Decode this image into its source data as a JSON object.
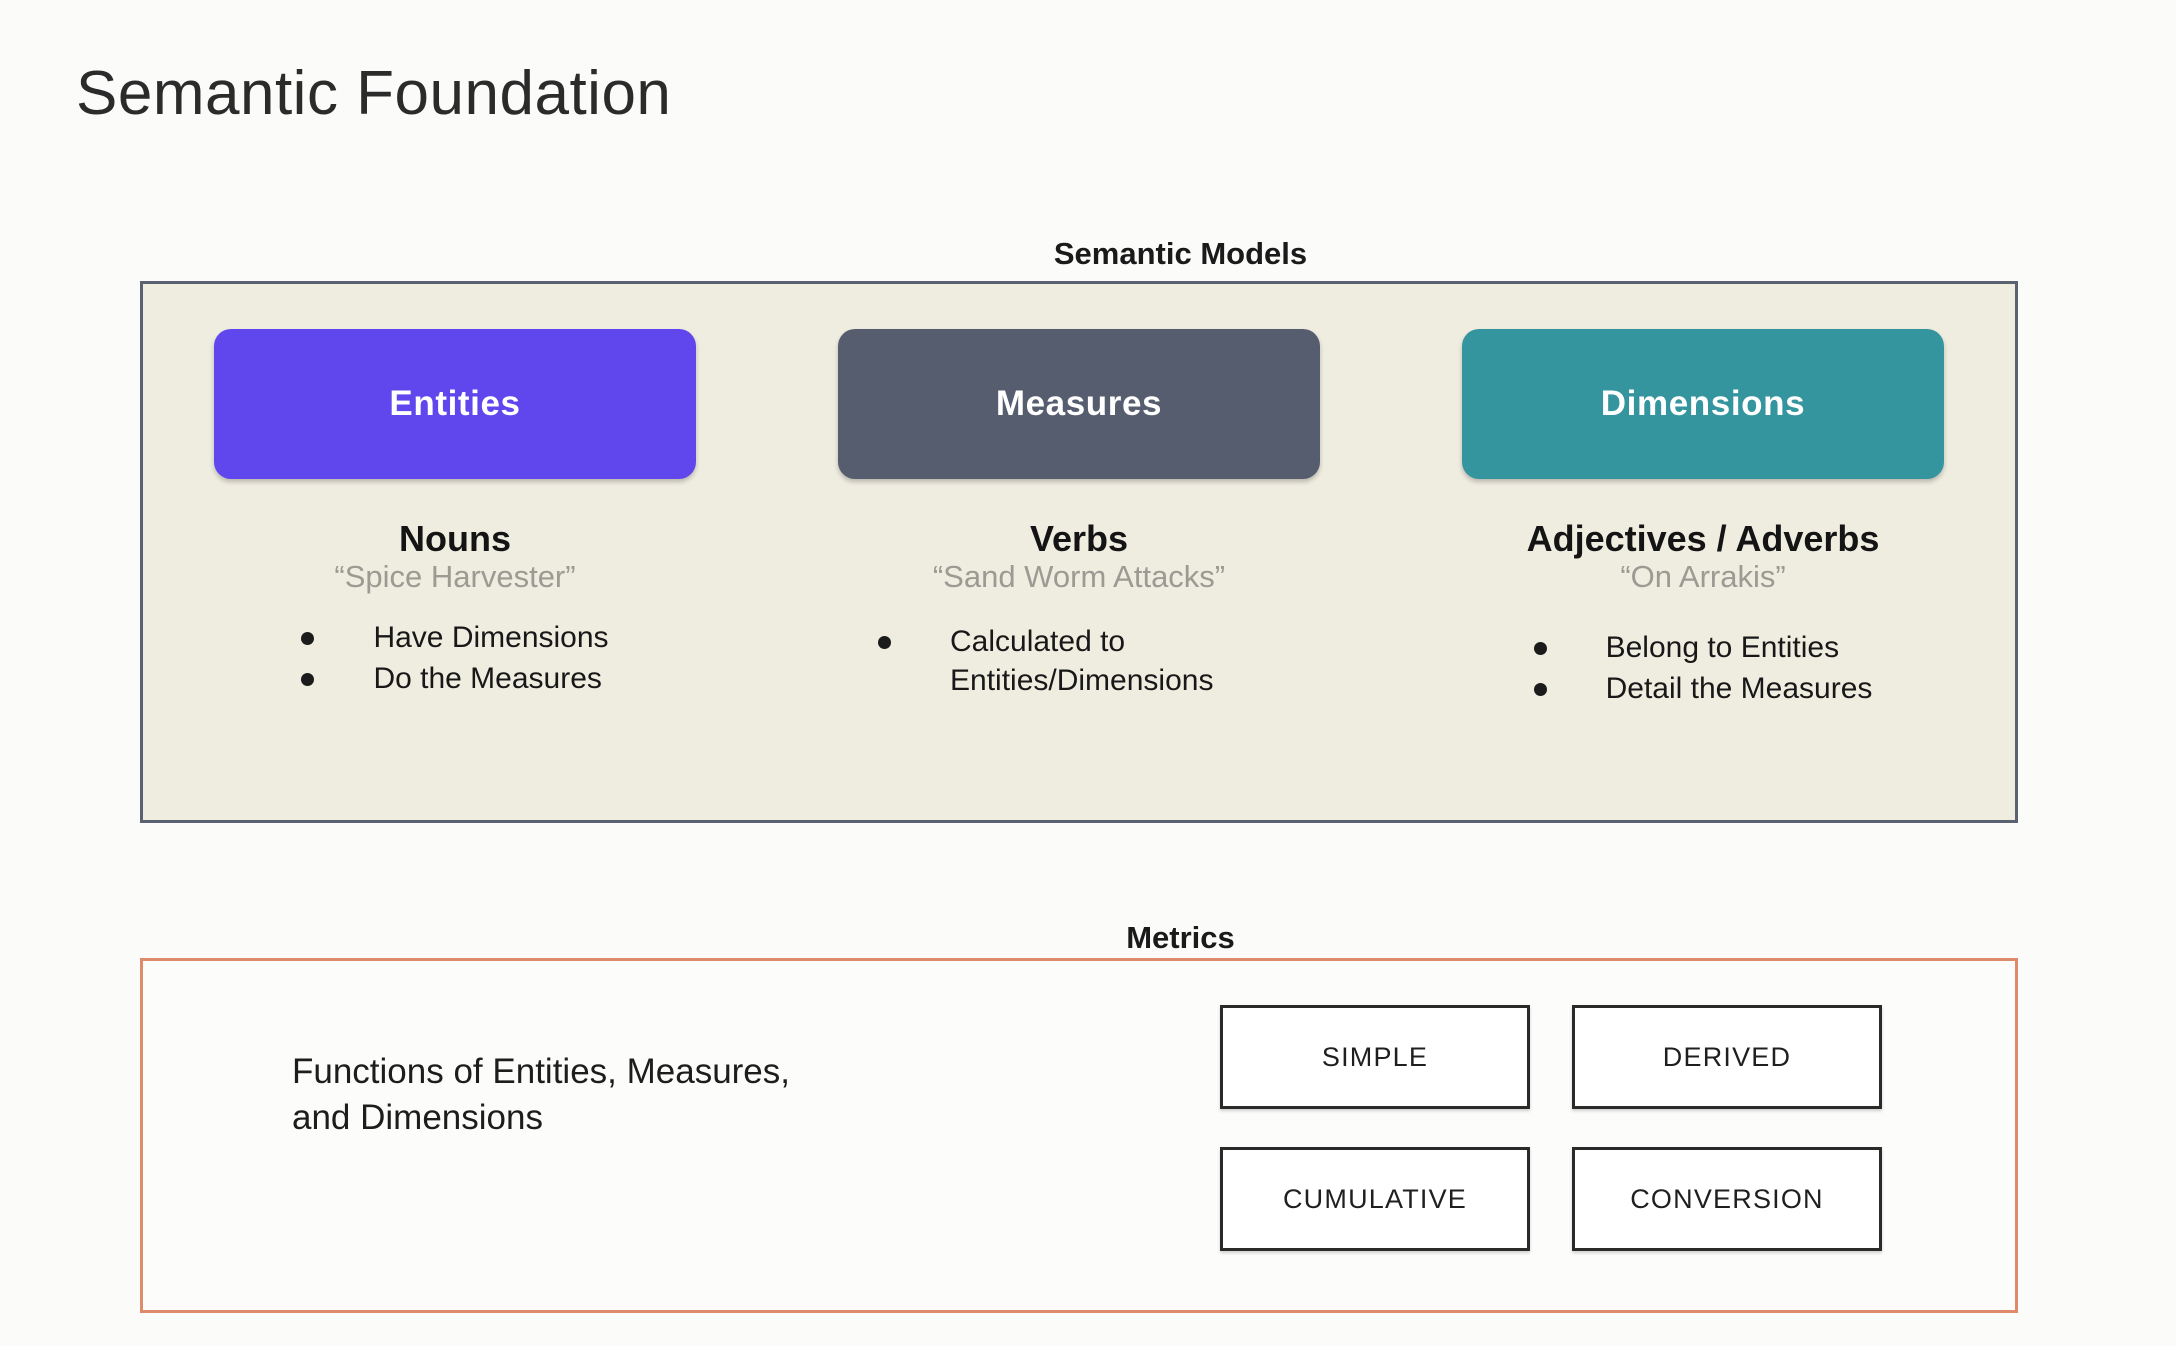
{
  "slide": {
    "title": "Semantic Foundation",
    "background_color": "#fbfcfa"
  },
  "semantic_models": {
    "caption": "Semantic Models",
    "panel_bg_color": "#efece0",
    "panel_border_color": "#5b6170",
    "columns": [
      {
        "pill_label": "Entities",
        "pill_color": "#6047ed",
        "part_of_speech": "Nouns",
        "example": "“Spice Harvester”",
        "bullets": [
          "Have Dimensions",
          "Do the Measures"
        ]
      },
      {
        "pill_label": "Measures",
        "pill_color": "#555d6f",
        "part_of_speech": "Verbs",
        "example": "“Sand Worm Attacks”",
        "bullets": [
          "Calculated to Entities/Dimensions"
        ]
      },
      {
        "pill_label": "Dimensions",
        "pill_color": "#35959f",
        "part_of_speech": "Adjectives / Adverbs",
        "example": "“On Arrakis”",
        "bullets": [
          "Belong to Entities",
          "Detail the Measures"
        ]
      }
    ]
  },
  "metrics": {
    "caption": "Metrics",
    "panel_border_color": "#de8a6c",
    "description_line1": "Functions of Entities, Measures,",
    "description_line2": "and Dimensions",
    "types": [
      "SIMPLE",
      "DERIVED",
      "CUMULATIVE",
      "CONVERSION"
    ]
  }
}
